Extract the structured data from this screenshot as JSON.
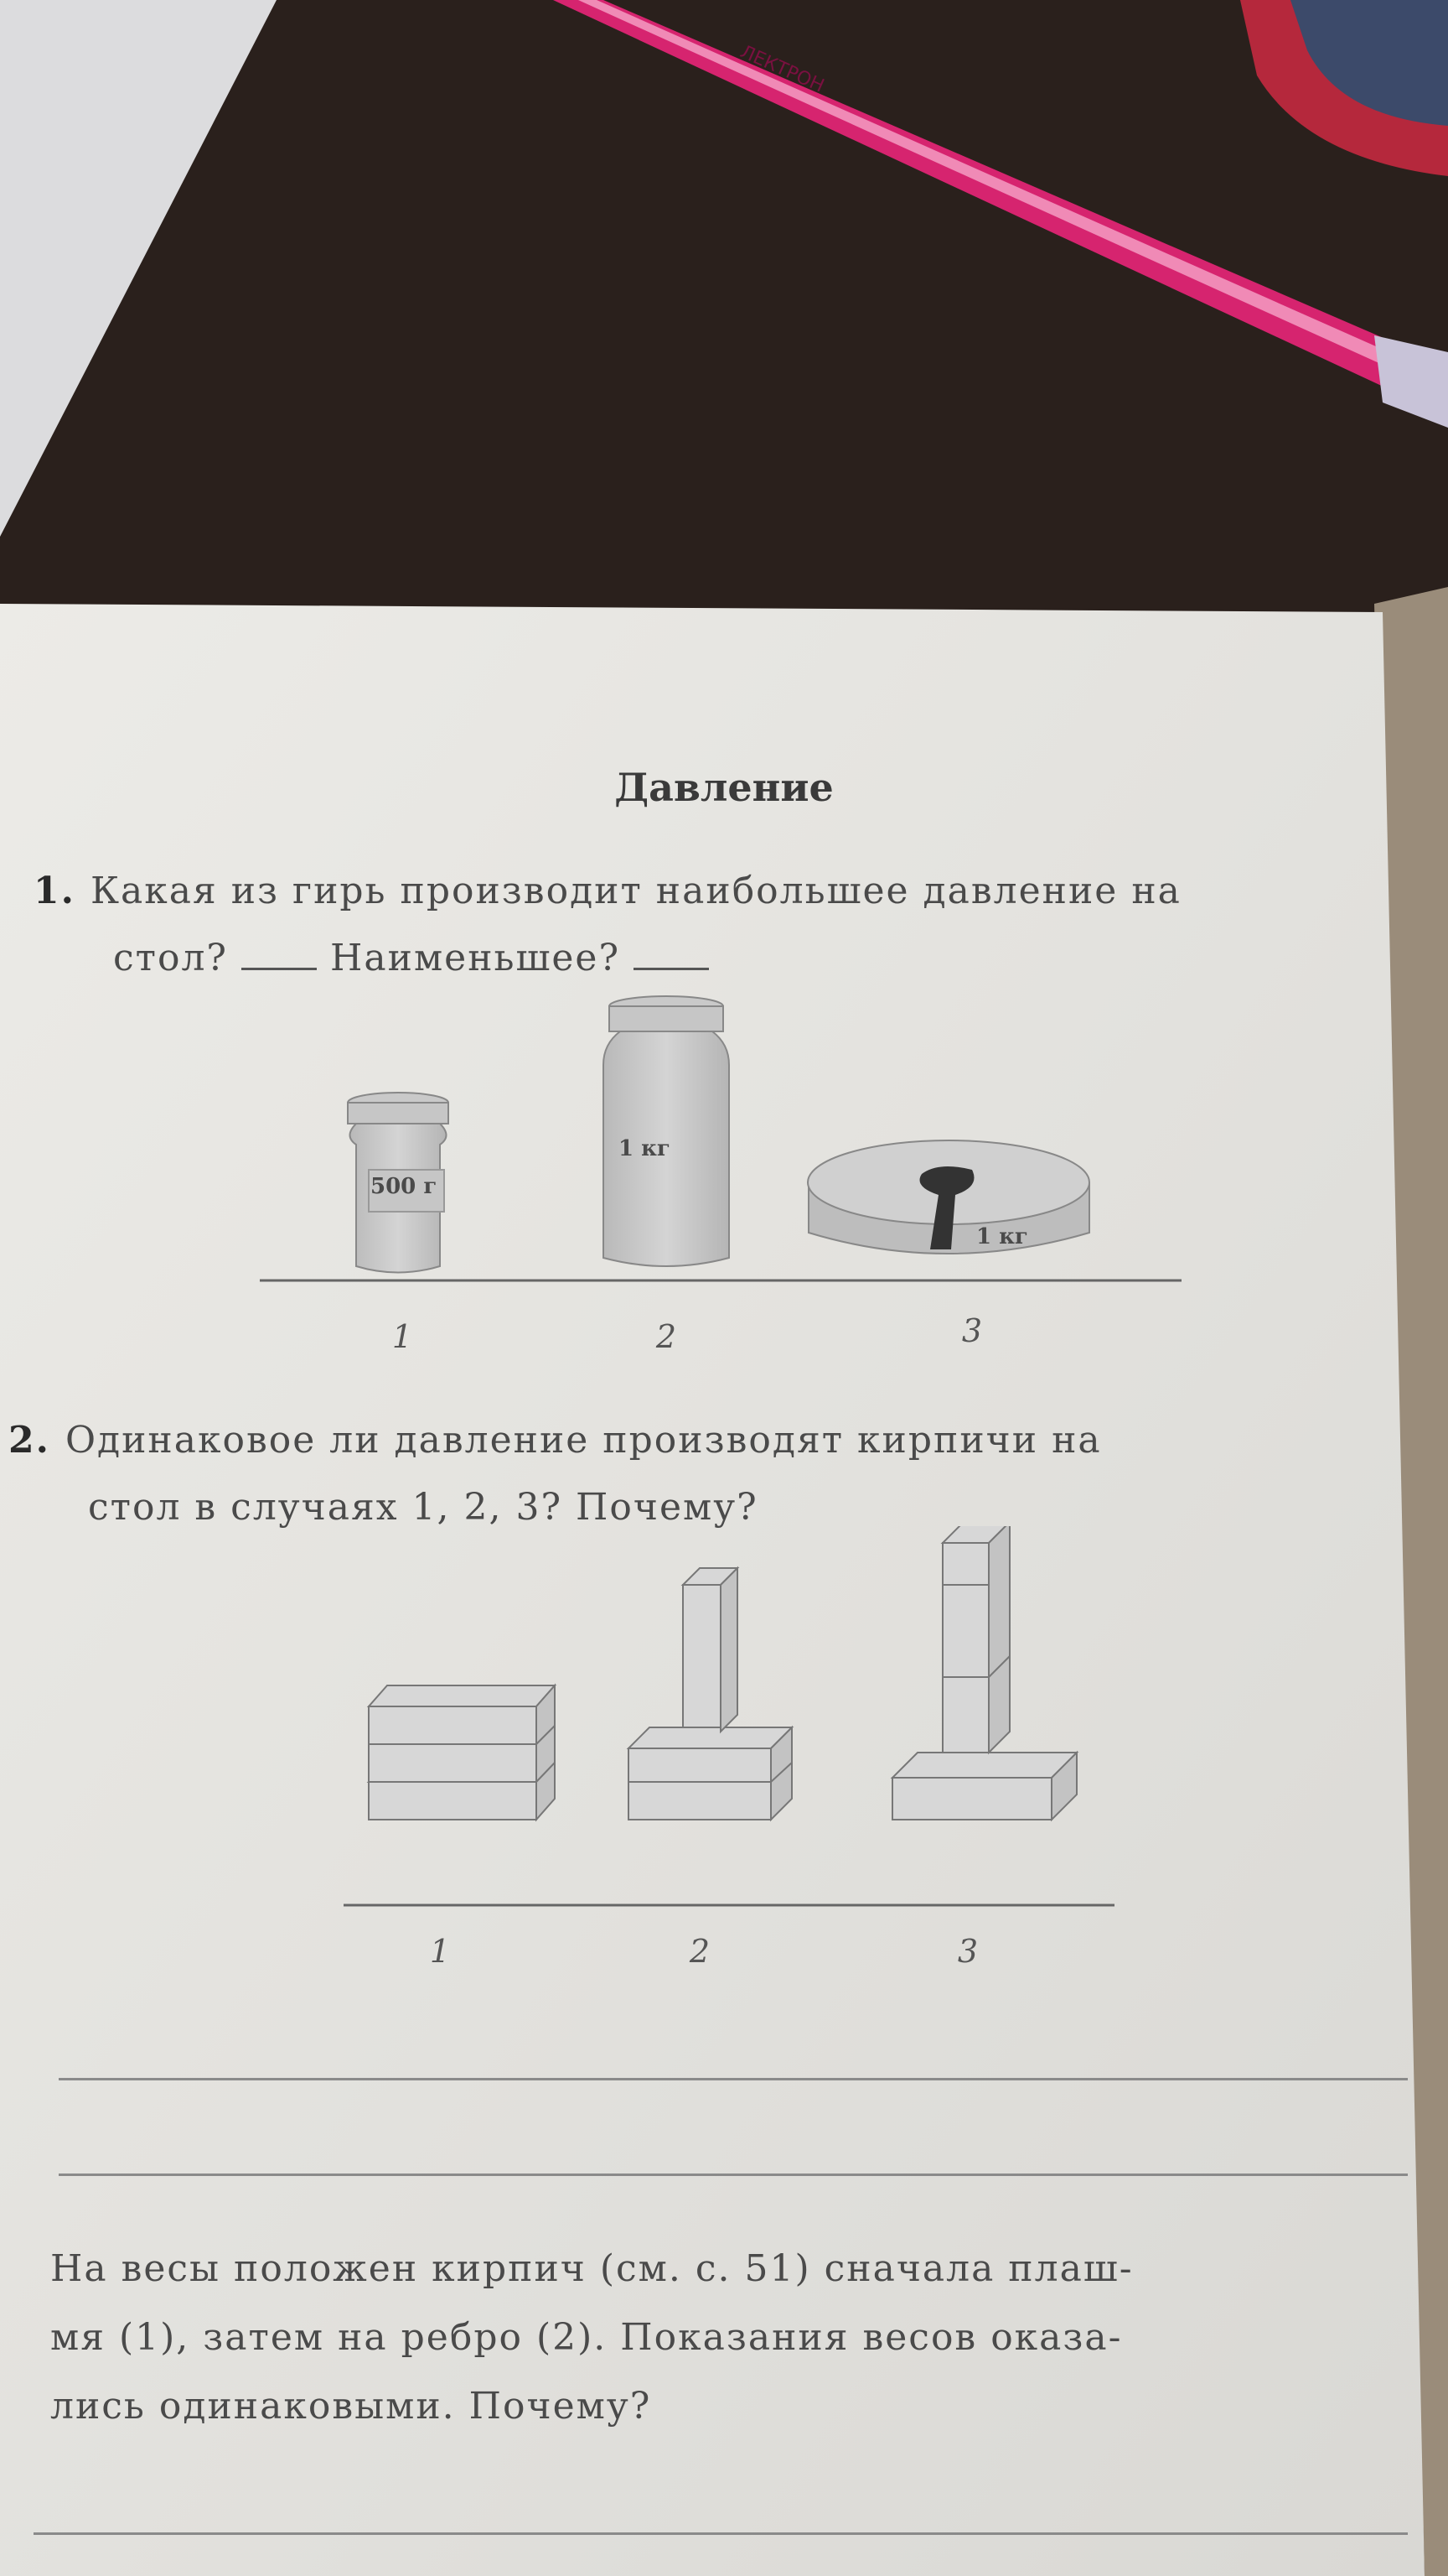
{
  "section_title": "Давление",
  "task1": {
    "number": "1.",
    "line1": "Какая из гирь производит наибольшее давление на",
    "line2_a": "стол?",
    "line2_b": "Наименьшее?",
    "weights": [
      {
        "label": "500 г",
        "caption": "1"
      },
      {
        "label": "1 кг",
        "caption": "2"
      },
      {
        "label": "1 кг",
        "caption": "3"
      }
    ]
  },
  "task2": {
    "number": "2.",
    "line1": "Одинаковое ли давление производят кирпичи на",
    "line2": "стол в случаях 1, 2, 3? Почему?",
    "captions": [
      "1",
      "2",
      "3"
    ]
  },
  "task3": {
    "line1": "На весы положен кирпич (см. с. 51) сначала плаш-",
    "line2": "мя (1), затем на ребро (2). Показания весов оказа-",
    "line3": "лись одинаковыми. Почему?"
  },
  "pen": {
    "text": "ЛЕКТРОН"
  }
}
